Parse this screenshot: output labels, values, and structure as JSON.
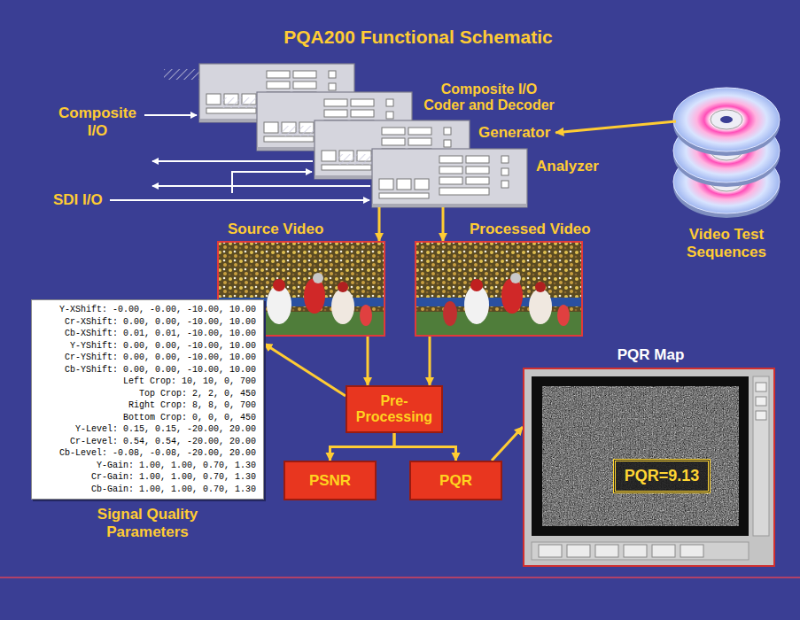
{
  "diagram": {
    "title": "PQA200 Functional Schematic",
    "nodes": [
      {
        "text": [
          "Composite I/O Coder and Decoder"
        ]
      },
      {
        "text": [
          "Generator"
        ]
      },
      {
        "text": [
          "Analyzer"
        ]
      },
      {
        "text": [
          "Video Test Sequences"
        ]
      },
      {
        "text": [
          "Source Video"
        ]
      },
      {
        "text": [
          "Processed Video"
        ]
      },
      {
        "text": [
          "Y-XShift: -0.00, -0.00, -10.00, 10.00",
          "Cr-XShift: 0.00, 0.00, -10.00, 10.00",
          "Cb-XShift: 0.01, 0.01, -10.00, 10.00",
          "Y-YShift: 0.00, 0.00, -10.00, 10.00",
          "Cr-YShift: 0.00, 0.00, -10.00, 10.00",
          "Cb-YShift: 0.00, 0.00, -10.00, 10.00",
          "Left Crop: 10, 10, 0, 700",
          "Top Crop: 2, 2, 0, 450",
          "Right Crop: 8, 8, 0, 700",
          "Bottom Crop: 0, 0, 0, 450",
          "Y-Level: 0.15, 0.15, -20.00, 20.00",
          "Cr-Level: 0.54, 0.54, -20.00, 20.00",
          "Cb-Level: -0.08, -0.08, -20.00, 20.00",
          "Y-Gain: 1.00, 1.00, 0.70, 1.30",
          "Cr-Gain: 1.00, 1.00, 0.70, 1.30",
          "Cb-Gain: 1.00, 1.00, 0.70, 1.30",
          "Signal Quality Parameters"
        ]
      },
      {
        "text": [
          "Pre-Processing"
        ]
      },
      {
        "text": [
          "PSNR"
        ]
      },
      {
        "text": [
          "PQR"
        ]
      },
      {
        "text": [
          "PQR Map"
        ]
      },
      {
        "text": [
          "PQR=9.13"
        ],
        "in": 10
      }
    ],
    "edges": [
      {
        "from": 3,
        "to": 1,
        "arrow": "to"
      },
      {
        "from": 2,
        "to": 4,
        "arrow": "to"
      },
      {
        "from": 2,
        "to": 5,
        "arrow": "to"
      },
      {
        "from": 4,
        "to": 7,
        "arrow": "to"
      },
      {
        "from": 5,
        "to": 7,
        "arrow": "to"
      },
      {
        "from": 7,
        "to": 6,
        "arrow": "to"
      },
      {
        "from": 7,
        "to": 8,
        "arrow": "to"
      },
      {
        "from": 7,
        "to": 9,
        "arrow": "to"
      },
      {
        "from": 9,
        "to": 10,
        "arrow": "to"
      }
    ],
    "labels": [
      "Composite I/O",
      "SDI I/O"
    ]
  }
}
